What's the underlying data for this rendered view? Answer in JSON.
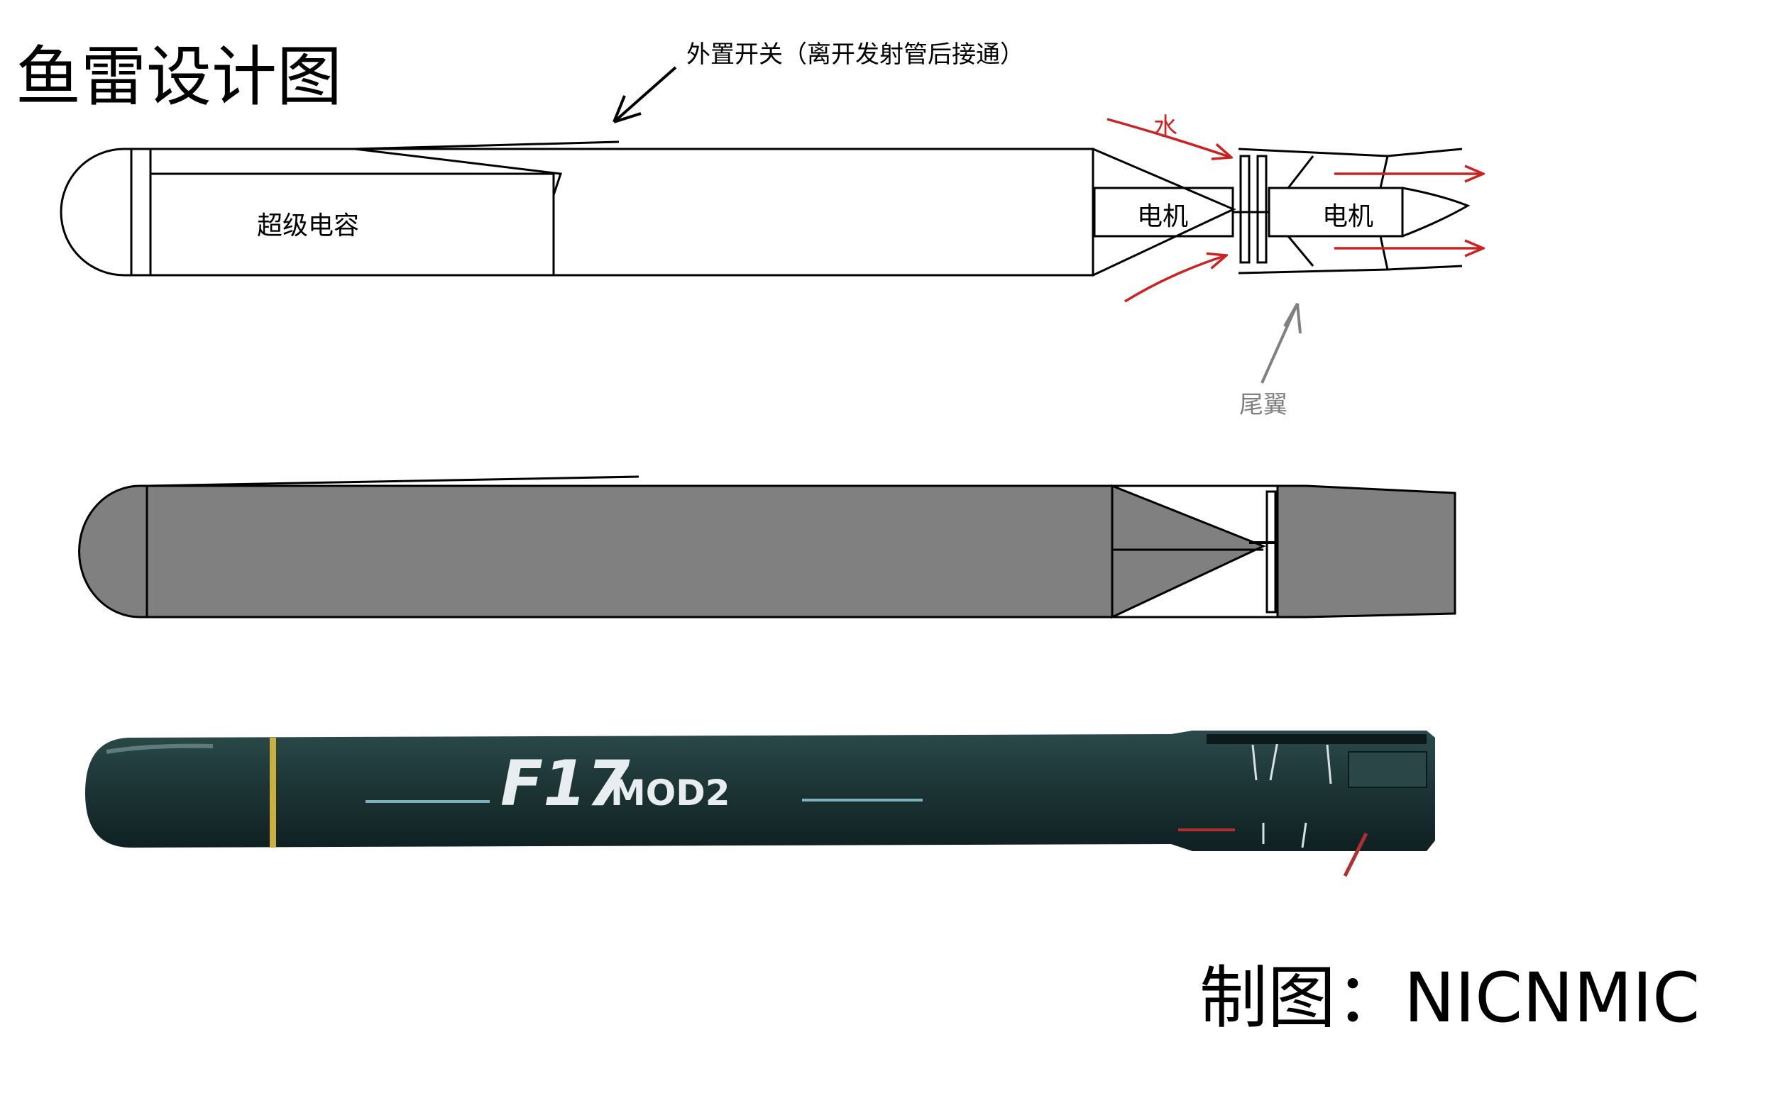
{
  "title": "鱼雷设计图",
  "credit": "制图：NICNMIC",
  "labels": {
    "external_switch": "外置开关（离开发射管后接通）",
    "supercapacitor": "超级电容",
    "motor_left": "电机",
    "motor_right": "电机",
    "water": "水",
    "tail_fin": "尾翼"
  },
  "photo": {
    "model_main": "F17",
    "model_sub": "MOD2"
  },
  "colors": {
    "line": "#000000",
    "water_arrow": "#cc2222",
    "tail_label": "#808080",
    "gray_body": "#808080",
    "photo_body": "#1f3a3b",
    "photo_stripe": "#c9b040",
    "photo_marking": "#e8eef0",
    "photo_line": "#7fb0c0"
  }
}
